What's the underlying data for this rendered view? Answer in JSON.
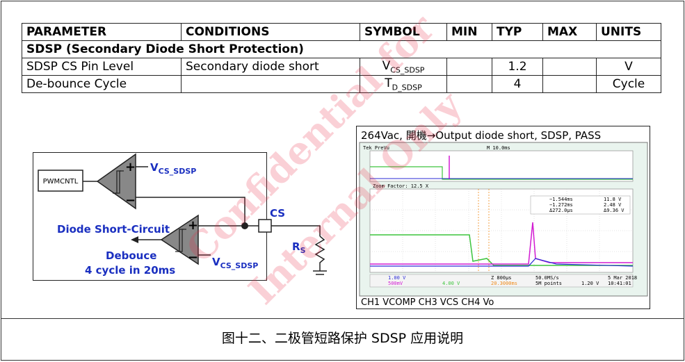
{
  "table": {
    "headers": [
      "PARAMETER",
      "CONDITIONS",
      "SYMBOL",
      "MIN",
      "TYP",
      "MAX",
      "UNITS"
    ],
    "section": "SDSP (Secondary Diode Short Protection)",
    "rows": [
      {
        "param": "SDSP CS Pin Level",
        "cond": "Secondary diode short",
        "sym_main": "V",
        "sym_sub": "CS_SDSP",
        "min": "",
        "typ": "1.2",
        "max": "",
        "unit": "V"
      },
      {
        "param": "De-bounce Cycle",
        "cond": "",
        "sym_main": "T",
        "sym_sub": "D_SDSP",
        "min": "",
        "typ": "4",
        "max": "",
        "unit": "Cycle"
      }
    ]
  },
  "circuit": {
    "pwm_label": "PWMCNTL",
    "vcs_main": "V",
    "vcs_sub": "CS_SDSP",
    "cs_label": "CS",
    "rs_main": "R",
    "rs_sub": "S",
    "diode_label": "Diode Short-Circuit",
    "debounce_line1": "Debouce",
    "debounce_line2": "4 cycle in 20ms",
    "plus": "+",
    "minus": "−"
  },
  "scope": {
    "title": "264Vac, 開機→Output diode short, SDSP, PASS",
    "trig": "Tek PreVu",
    "timebase": "M 10.0ms",
    "zoom": "Zoom Factor: 12.5 X",
    "cursor": {
      "a1": "−1.544ms",
      "a2": "−1.272ms",
      "delta": "Δ272.0μs",
      "b1": "11.8 V",
      "b2": "2.48 V",
      "bdelta": "Δ9.36 V"
    },
    "ch1": "1.00 V",
    "ch2": "500mV",
    "ch3": "4.00 V",
    "zoomtime": "Z 800μs",
    "zoomref": "20.3000ms",
    "rate": "50.0MS/s",
    "points": "5M points",
    "trig_level": "1.20 V",
    "date": "5 Mar 2018",
    "time": "10:41:01",
    "footer": "CH1 VCOMP CH3 VCS CH4 Vo"
  },
  "caption": "图十二、二极管短路保护 SDSP 应用说明",
  "watermark": [
    "Confidential for",
    "Internal Only"
  ],
  "colors": {
    "ch1": "#2a2ad6",
    "ch3": "#3cc43c",
    "ch4": "#d21bd2",
    "cursor": "#f08a1a",
    "watermark": "#e62846"
  }
}
